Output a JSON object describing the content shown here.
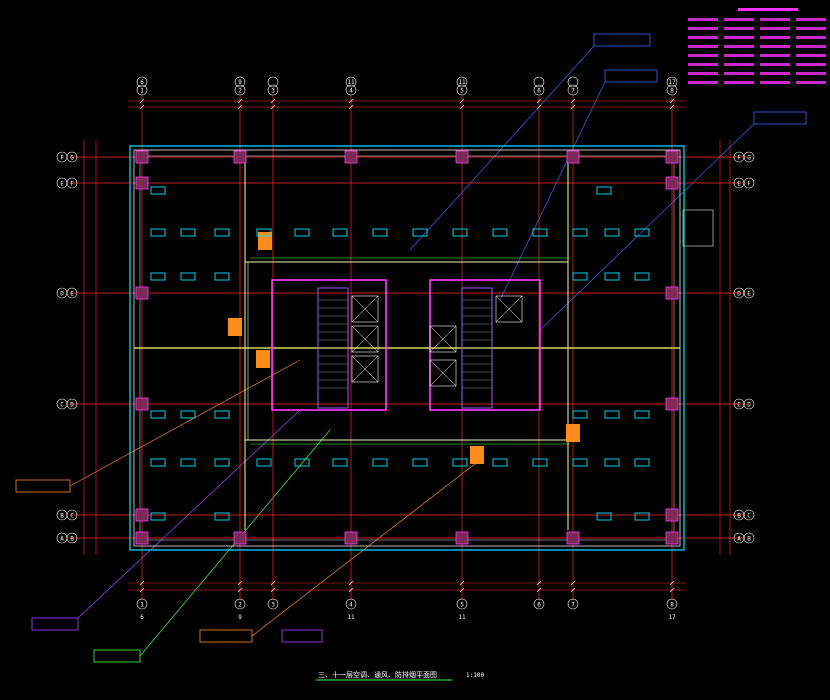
{
  "drawing": {
    "title": "三、十一层空调、通风、防排烟平面图",
    "scale": "1:100"
  },
  "axes": {
    "bottom_numbers": [
      "1",
      "2",
      "3",
      "4",
      "5",
      "6",
      "7",
      "8"
    ],
    "bottom_secondary": [
      "6",
      "9",
      "",
      "11",
      "11",
      "",
      "",
      "17"
    ],
    "top_secondary": [
      "6",
      "9",
      "",
      "11",
      "11",
      "",
      "",
      "17"
    ],
    "side_letters": [
      "G",
      "F",
      "E",
      "D",
      "C",
      "B",
      "A"
    ],
    "left_letters": [
      "G",
      "F",
      "E",
      "D",
      "C",
      "B",
      "A"
    ]
  },
  "colors": {
    "axis": "#ff2a2a",
    "wall": "#e8e8e8",
    "core": "#ff3bff",
    "core_inner": "#9b59ff",
    "equipment": "#00e5ff",
    "duct": "#ffff66",
    "note_green": "#44ff44",
    "leader_blue": "#2f6bff",
    "leader_purple": "#b040ff",
    "orange": "#ff8c1a"
  }
}
